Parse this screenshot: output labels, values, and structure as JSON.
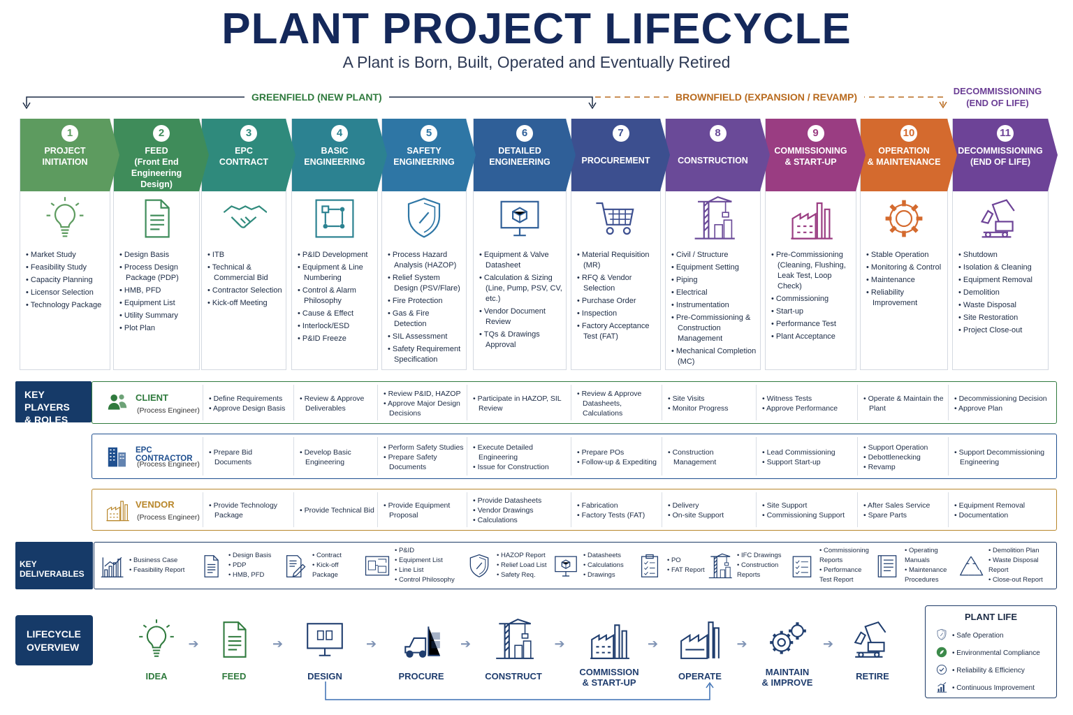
{
  "title": "PLANT PROJECT LIFECYCLE",
  "subtitle": "A Plant is Born, Built, Operated and Eventually Retired",
  "phases": {
    "greenfield": "GREENFIELD (NEW PLANT)",
    "brownfield": "BROWNFIELD (EXPANSION / REVAMP)",
    "decommissioning": [
      "DECOMMISSIONING",
      "(END OF LIFE)"
    ]
  },
  "colors": {
    "title": "#14285a",
    "greenfield": "#2f7a3d",
    "brownfield": "#b86a1e",
    "decommissioning": "#6a3d94",
    "navy": "#163a68"
  },
  "stages": [
    {
      "num": "1",
      "name": [
        "PROJECT",
        "INITIATION"
      ],
      "color": "#5d9b5f",
      "icon": "lightbulb-icon",
      "items": [
        "Market Study",
        "Feasibility Study",
        "Capacity Planning",
        "Licensor Selection",
        "Technology Package"
      ]
    },
    {
      "num": "2",
      "name": [
        "FEED",
        "(Front End",
        "Engineering",
        "Design)"
      ],
      "color": "#3f8c5a",
      "icon": "document-icon",
      "items": [
        "Design Basis",
        "Process Design Package (PDP)",
        "HMB, PFD",
        "Equipment List",
        "Utility Summary",
        "Plot Plan"
      ]
    },
    {
      "num": "3",
      "name": [
        "EPC",
        "CONTRACT"
      ],
      "color": "#2f8a7c",
      "icon": "handshake-icon",
      "items": [
        "ITB",
        "Technical & Commercial Bid",
        "Contractor Selection",
        "Kick-off Meeting"
      ]
    },
    {
      "num": "4",
      "name": [
        "BASIC",
        "ENGINEERING"
      ],
      "color": "#2c8291",
      "icon": "pid-diagram-icon",
      "items": [
        "P&ID Development",
        "Equipment & Line Numbering",
        "Control & Alarm Philosophy",
        "Cause & Effect",
        "Interlock/ESD",
        "P&ID Freeze"
      ]
    },
    {
      "num": "5",
      "name": [
        "SAFETY",
        "ENGINEERING"
      ],
      "color": "#2e76a5",
      "icon": "shield-icon",
      "items": [
        "Process Hazard Analysis (HAZOP)",
        "Relief System Design (PSV/Flare)",
        "Fire Protection",
        "Gas & Fire Detection",
        "SIL Assessment",
        "Safety Requirement Specification"
      ]
    },
    {
      "num": "6",
      "name": [
        "DETAILED",
        "ENGINEERING"
      ],
      "color": "#2f5f98",
      "icon": "monitor-cube-icon",
      "items": [
        "Equipment & Valve Datasheet",
        "Calculation & Sizing (Line, Pump, PSV, CV, etc.)",
        "Vendor Document Review",
        "TQs & Drawings Approval"
      ]
    },
    {
      "num": "7",
      "name": [
        "PROCUREMENT"
      ],
      "color": "#3c4f8f",
      "icon": "cart-icon",
      "items": [
        "Material Requisition (MR)",
        "RFQ & Vendor Selection",
        "Purchase Order",
        "Inspection",
        "Factory Acceptance Test (FAT)"
      ]
    },
    {
      "num": "8",
      "name": [
        "CONSTRUCTION"
      ],
      "color": "#6a4a98",
      "icon": "crane-icon",
      "items": [
        "Civil / Structure",
        "Equipment Setting",
        "Piping",
        "Electrical",
        "Instrumentation",
        "Pre-Commissioning & Construction Management",
        "Mechanical Completion (MC)"
      ]
    },
    {
      "num": "9",
      "name": [
        "COMMISSIONING",
        "& START-UP"
      ],
      "color": "#9a3d82",
      "icon": "factory-icon",
      "items": [
        "Pre-Commissioning (Cleaning, Flushing, Leak Test, Loop Check)",
        "Commissioning",
        "Start-up",
        "Performance Test",
        "Plant Acceptance"
      ]
    },
    {
      "num": "10",
      "name": [
        "OPERATION",
        "& MAINTENANCE"
      ],
      "color": "#d46a2e",
      "icon": "gear-icon",
      "items": [
        "Stable Operation",
        "Monitoring & Control",
        "Maintenance",
        "Reliability Improvement"
      ]
    },
    {
      "num": "11",
      "name": [
        "DECOMMISSIONING",
        "(END OF LIFE)"
      ],
      "color": "#6d4397",
      "icon": "excavator-icon",
      "items": [
        "Shutdown",
        "Isolation & Cleaning",
        "Equipment Removal",
        "Demolition",
        "Waste Disposal",
        "Site Restoration",
        "Project Close-out"
      ]
    }
  ],
  "key_players_label": [
    "KEY PLAYERS",
    "& ROLES"
  ],
  "roles": [
    {
      "name": "CLIENT",
      "sub": "(Process Engineer)",
      "color": "#2f7a3d",
      "icon": "people-icon",
      "cells": [
        [
          "Define Requirements",
          "Approve Design Basis"
        ],
        [
          "Review & Approve Deliverables"
        ],
        [
          "Review P&ID, HAZOP",
          "Approve Major Design Decisions"
        ],
        [
          "Participate in HAZOP, SIL Review"
        ],
        [
          "Review & Approve Datasheets, Calculations"
        ],
        [
          "Site Visits",
          "Monitor Progress"
        ],
        [
          "Witness Tests",
          "Approve Performance"
        ],
        [
          "Operate & Maintain the Plant"
        ],
        [
          "Decommissioning Decision",
          "Approve Plan"
        ]
      ]
    },
    {
      "name": "EPC CONTRACTOR",
      "sub": "(Process Engineer)",
      "color": "#1f4f8f",
      "icon": "building-icon",
      "cells": [
        [
          "Prepare Bid Documents"
        ],
        [
          "Develop Basic Engineering"
        ],
        [
          "Perform Safety Studies",
          "Prepare Safety Documents"
        ],
        [
          "Execute Detailed Engineering",
          "Issue for Construction"
        ],
        [
          "Prepare POs",
          "Follow-up & Expediting"
        ],
        [
          "Construction Management"
        ],
        [
          "Lead Commissioning",
          "Support Start-up"
        ],
        [
          "Support Operation",
          "Debottlenecking",
          "Revamp"
        ],
        [
          "Support Decommissioning Engineering"
        ]
      ]
    },
    {
      "name": "VENDOR",
      "sub": "(Process Engineer)",
      "color": "#b8862a",
      "icon": "factory-icon",
      "cells": [
        [
          "Provide Technology Package"
        ],
        [
          "Provide Technical Bid"
        ],
        [
          "Provide Equipment Proposal"
        ],
        [
          "Provide Datasheets",
          "Vendor Drawings",
          "Calculations"
        ],
        [
          "Fabrication",
          "Factory Tests (FAT)"
        ],
        [
          "Delivery",
          "On-site Support"
        ],
        [
          "Site Support",
          "Commissioning Support"
        ],
        [
          "After Sales Service",
          "Spare Parts"
        ],
        [
          "Equipment Removal",
          "Documentation"
        ]
      ]
    }
  ],
  "key_deliverables_label": "KEY DELIVERABLES",
  "deliverables": [
    {
      "icon": "chart-icon",
      "items": [
        "Business Case",
        "Feasibility Report"
      ]
    },
    {
      "icon": "document-icon",
      "items": [
        "Design Basis",
        "PDP",
        "HMB, PFD"
      ]
    },
    {
      "icon": "contract-pen-icon",
      "items": [
        "Contract",
        "Kick-off Package"
      ]
    },
    {
      "icon": "pid-drawing-icon",
      "items": [
        "P&ID",
        "Equipment List",
        "Line List",
        "Control Philosophy"
      ]
    },
    {
      "icon": "shield-icon",
      "items": [
        "HAZOP Report",
        "Relief Load List",
        "Safety Req."
      ]
    },
    {
      "icon": "monitor-cube-icon",
      "items": [
        "Datasheets",
        "Calculations",
        "Drawings"
      ]
    },
    {
      "icon": "clipboard-icon",
      "items": [
        "PO",
        "FAT Report"
      ]
    },
    {
      "icon": "crane-icon",
      "items": [
        "IFC Drawings",
        "Construction Reports"
      ]
    },
    {
      "icon": "checklist-icon",
      "items": [
        "Commissioning Reports",
        "Performance Test Report"
      ]
    },
    {
      "icon": "manual-icon",
      "items": [
        "Operating Manuals",
        "Maintenance Procedures"
      ]
    },
    {
      "icon": "recycle-icon",
      "items": [
        "Demolition Plan",
        "Waste Disposal Report",
        "Close-out Report"
      ]
    }
  ],
  "lifecycle_overview_label": [
    "LIFECYCLE",
    "OVERVIEW"
  ],
  "overview": [
    {
      "label": [
        "IDEA"
      ],
      "icon": "lightbulb-icon",
      "color": "#2f7a3d"
    },
    {
      "label": [
        "FEED"
      ],
      "icon": "document-icon",
      "color": "#2f7a3d"
    },
    {
      "label": [
        "DESIGN"
      ],
      "icon": "monitor-icon",
      "color": "#1f3d6e"
    },
    {
      "label": [
        "PROCURE"
      ],
      "icon": "forklift-icon",
      "color": "#1f3d6e"
    },
    {
      "label": [
        "CONSTRUCT"
      ],
      "icon": "crane-icon",
      "color": "#1f3d6e"
    },
    {
      "label": [
        "COMMISSION",
        "& START-UP"
      ],
      "icon": "factory-icon",
      "color": "#1f3d6e"
    },
    {
      "label": [
        "OPERATE"
      ],
      "icon": "plant-icon",
      "color": "#1f3d6e"
    },
    {
      "label": [
        "MAINTAIN",
        "& IMPROVE"
      ],
      "icon": "gears-icon",
      "color": "#1f3d6e"
    },
    {
      "label": [
        "RETIRE"
      ],
      "icon": "excavator-icon",
      "color": "#1f3d6e"
    }
  ],
  "plant_life": {
    "title": "PLANT LIFE",
    "items": [
      {
        "text": "Safe Operation",
        "icon": "shield-icon"
      },
      {
        "text": "Environmental Compliance",
        "icon": "leaf-icon"
      },
      {
        "text": "Reliability & Efficiency",
        "icon": "check-circle-icon"
      },
      {
        "text": "Continuous Improvement",
        "icon": "bar-chart-icon"
      }
    ]
  }
}
